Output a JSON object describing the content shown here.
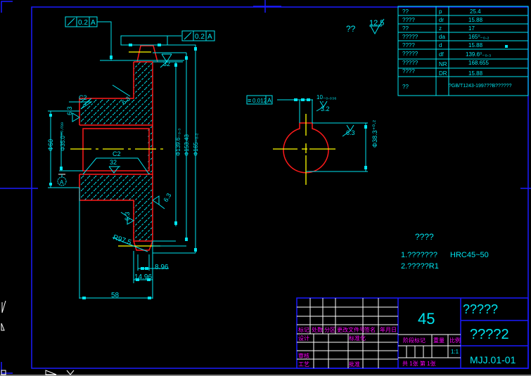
{
  "drawing": {
    "title_block": {
      "material": "45",
      "part_name": "?????",
      "part_name2": "????2",
      "drawing_number": "MJJ.01-01",
      "scale": "1:1",
      "sheet_info": "共 1张 第 1张",
      "header_labels": [
        "标记",
        "处数",
        "分区",
        "更改文件号",
        "签名",
        "年月日"
      ],
      "role_labels": {
        "design": "设计",
        "standardize": "标准化",
        "review": "审核",
        "process": "工艺",
        "approve": "批准"
      },
      "stage_labels": {
        "stage_mark": "阶段标记",
        "weight": "重量",
        "scale": "比例"
      }
    },
    "param_table": {
      "rows": [
        {
          "name": "??",
          "symbol": "p",
          "value": "25.4"
        },
        {
          "name": "????",
          "symbol": "dr",
          "value": "15.88"
        },
        {
          "name": "??",
          "symbol": "z",
          "value": "17"
        },
        {
          "name": "?????",
          "symbol": "da",
          "value": "165⁰₋₀.₂"
        },
        {
          "name": "????",
          "symbol": "d",
          "value": "15.88"
        },
        {
          "name": "?????",
          "symbol": "df",
          "value": "139.6⁰₋₀.₃"
        },
        {
          "name": "?????",
          "symbol": "NR",
          "value": "168.655"
        },
        {
          "name": "????",
          "symbol": "DR",
          "value": "15.88"
        },
        {
          "name": "??",
          "symbol": "",
          "value": "?GB/T1243-1997??B??????"
        }
      ]
    },
    "roughness_note": {
      "label": "??",
      "value": "12.5"
    },
    "tech_requirements": {
      "title": "????",
      "items": [
        "1.???????",
        "2.?????R1"
      ],
      "hardness": "HRC45~50"
    },
    "dimensions": {
      "tol_frame1": {
        "value": "0.2",
        "datum": "A"
      },
      "tol_frame2": {
        "value": "0.2",
        "datum": "A"
      },
      "tol_frame3": {
        "value": "0.012",
        "datum": "A"
      },
      "rough_32_top": "32",
      "rough_32_mid": "32",
      "rough_32_key": "3.2",
      "rough_63_a": "6.3",
      "rough_63_b": "6.3",
      "rough_63_c": "6.3",
      "rough_63_key": "6.3",
      "rough_125_corner": "12.5",
      "chamfer1": "C2",
      "chamfer2": "C2",
      "dia_hub": "Φ60",
      "dia_bore": "Φ35.0⁺⁰·⁰³⁹",
      "dia_df": "Φ139.6₋₀.₃",
      "dia_pitch": "Φ153.43",
      "dia_da": "Φ165₋₀.₂",
      "radius": "R97.5",
      "width_896": "8.96",
      "width_1496": "14.96",
      "length_58": "58",
      "key_width": "10₋₀.₀₃₆",
      "key_depth": "Φ38.3⁺⁰·²",
      "datum_label": "A"
    }
  }
}
